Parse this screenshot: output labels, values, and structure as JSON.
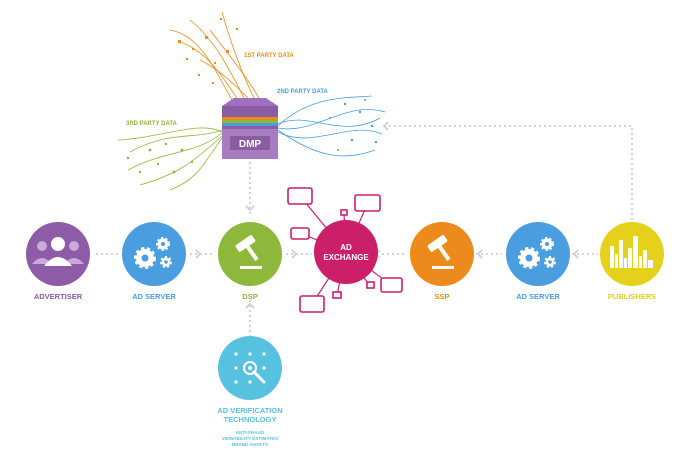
{
  "data_sources": {
    "first_party": "1ST PARTY DATA",
    "second_party": "2ND PARTY DATA",
    "third_party": "3RD PARTY DATA"
  },
  "dmp": {
    "label": "DMP"
  },
  "nodes": {
    "advertiser": "ADVERTISER",
    "ad_server_left": "AD SERVER",
    "dsp": "DSP",
    "ad_exchange_line1": "AD",
    "ad_exchange_line2": "EXCHANGE",
    "ssp": "SSP",
    "ad_server_right": "AD SERVER",
    "publishers": "PUBLISHERS"
  },
  "verification": {
    "title_line1": "AD VERIFICATION",
    "title_line2": "TECHNOLOGY",
    "sub1": "ANTI-FRAUD",
    "sub2": "VIEWABILITY ESTIMATES",
    "sub3": "BRAND-SAFETY"
  },
  "colors": {
    "advertiser": "#8e5ba6",
    "ad_server": "#4a9ee0",
    "dsp": "#8db83b",
    "exchange": "#cc1f6a",
    "ssp": "#ec8b1c",
    "publishers": "#e5d11b",
    "verification": "#56c2e0",
    "dmp": "#8a5ca2",
    "connector": "#d3d3d3"
  }
}
